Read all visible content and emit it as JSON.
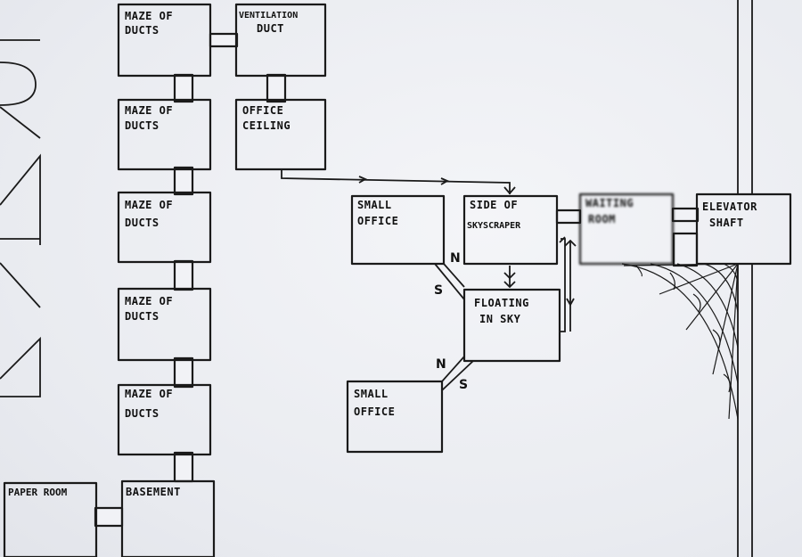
{
  "rooms": {
    "duct1": [
      "MAZE OF",
      "DUCTS"
    ],
    "vent": [
      "VENTILATION",
      "DUCT"
    ],
    "duct2": [
      "MAZE OF",
      "DUCTS"
    ],
    "ceiling": [
      "OFFICE",
      "CEILING"
    ],
    "duct3": [
      "MAZE OF",
      "DUCTS"
    ],
    "duct4": [
      "MAZE OF",
      "DUCTS"
    ],
    "duct5": [
      "MAZE OF",
      "DUCTS"
    ],
    "paper": [
      "PAPER ROOM"
    ],
    "basement": [
      "BASEMENT"
    ],
    "office1": [
      "SMALL",
      "OFFICE"
    ],
    "skyscraper": [
      "SIDE OF",
      "SKYSCRAPER"
    ],
    "waiting": [
      "WAITING",
      "ROOM"
    ],
    "elevator": [
      "ELEVATOR",
      "SHAFT"
    ],
    "floating": [
      "FLOATING",
      "IN SKY"
    ],
    "office2": [
      "SMALL",
      "OFFICE"
    ]
  },
  "directions": {
    "n1": "N",
    "s1": "S",
    "n2": "N",
    "s2": "S"
  }
}
